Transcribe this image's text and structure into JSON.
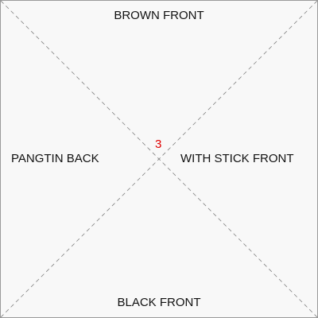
{
  "card": {
    "top_label": "BROWN FRONT",
    "bottom_label": "BLACK FRONT",
    "left_label": "PANGTIN BACK",
    "right_label": "WITH STICK FRONT",
    "center_marker": "3"
  },
  "colors": {
    "background": "#f8f8f8",
    "border": "#9a9a9a",
    "diagonal_line": "#808080",
    "label_text": "#111111",
    "center_marker": "#e00000"
  }
}
